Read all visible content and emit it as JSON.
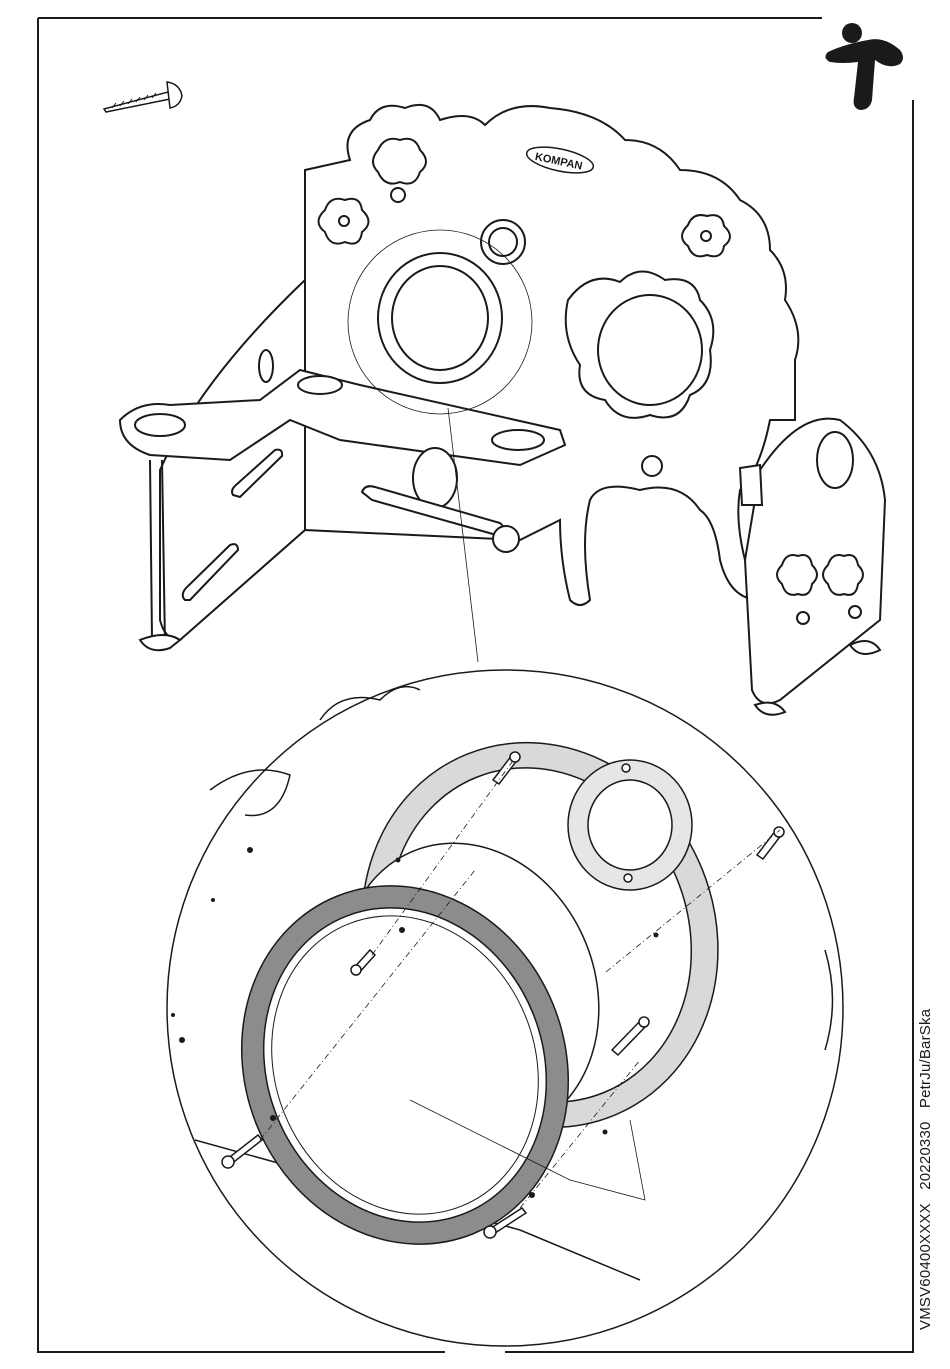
{
  "document": {
    "brand_logo_icon": "kompan-figure-icon",
    "product_code": "VMSV60400XXXX",
    "date_code": "20220330",
    "authors": "PetrJu/BarSka"
  },
  "illustration": {
    "panel_brand_label": "KOMPAN",
    "parts": [
      {
        "name": "screw",
        "icon": "screw-icon"
      },
      {
        "name": "play-panel",
        "icon": "panel-icon"
      },
      {
        "name": "porthole-ring-front",
        "icon": "ring-icon"
      },
      {
        "name": "porthole-ring-back",
        "icon": "ring-icon"
      },
      {
        "name": "small-porthole",
        "icon": "porthole-icon"
      }
    ],
    "colors": {
      "line": "#1a1a1a",
      "ring_dark": "#8c8c8c",
      "ring_light": "#d9d9d9",
      "paper": "#ffffff"
    }
  }
}
